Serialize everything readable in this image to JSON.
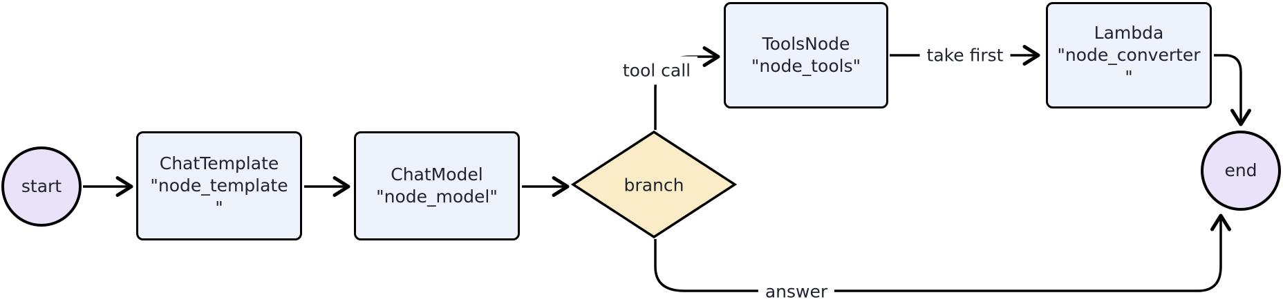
{
  "diagram": {
    "type": "flowchart",
    "colors": {
      "canvas_bg": "#ffffff",
      "stroke": "#000000",
      "text": "#20242e",
      "node_fill_blue": "#edf2fb",
      "node_fill_lavender": "#e9e2f8",
      "diamond_fill": "#faecc7"
    },
    "nodes": {
      "start": {
        "shape": "circle",
        "label": "start"
      },
      "template": {
        "shape": "rect",
        "title": "ChatTemplate",
        "id": "\"node_template\""
      },
      "model": {
        "shape": "rect",
        "title": "ChatModel",
        "id": "\"node_model\""
      },
      "branch": {
        "shape": "diamond",
        "label": "branch"
      },
      "tools": {
        "shape": "rect",
        "title": "ToolsNode",
        "id": "\"node_tools\""
      },
      "converter": {
        "shape": "rect",
        "title": "Lambda",
        "id": "\"node_converter\""
      },
      "end": {
        "shape": "circle",
        "label": "end"
      }
    },
    "edges": [
      {
        "from": "start",
        "to": "template",
        "label": ""
      },
      {
        "from": "template",
        "to": "model",
        "label": ""
      },
      {
        "from": "model",
        "to": "branch",
        "label": ""
      },
      {
        "from": "branch",
        "to": "tools",
        "label": "tool call"
      },
      {
        "from": "tools",
        "to": "converter",
        "label": "take first"
      },
      {
        "from": "converter",
        "to": "end",
        "label": ""
      },
      {
        "from": "branch",
        "to": "end",
        "label": "answer"
      }
    ]
  }
}
